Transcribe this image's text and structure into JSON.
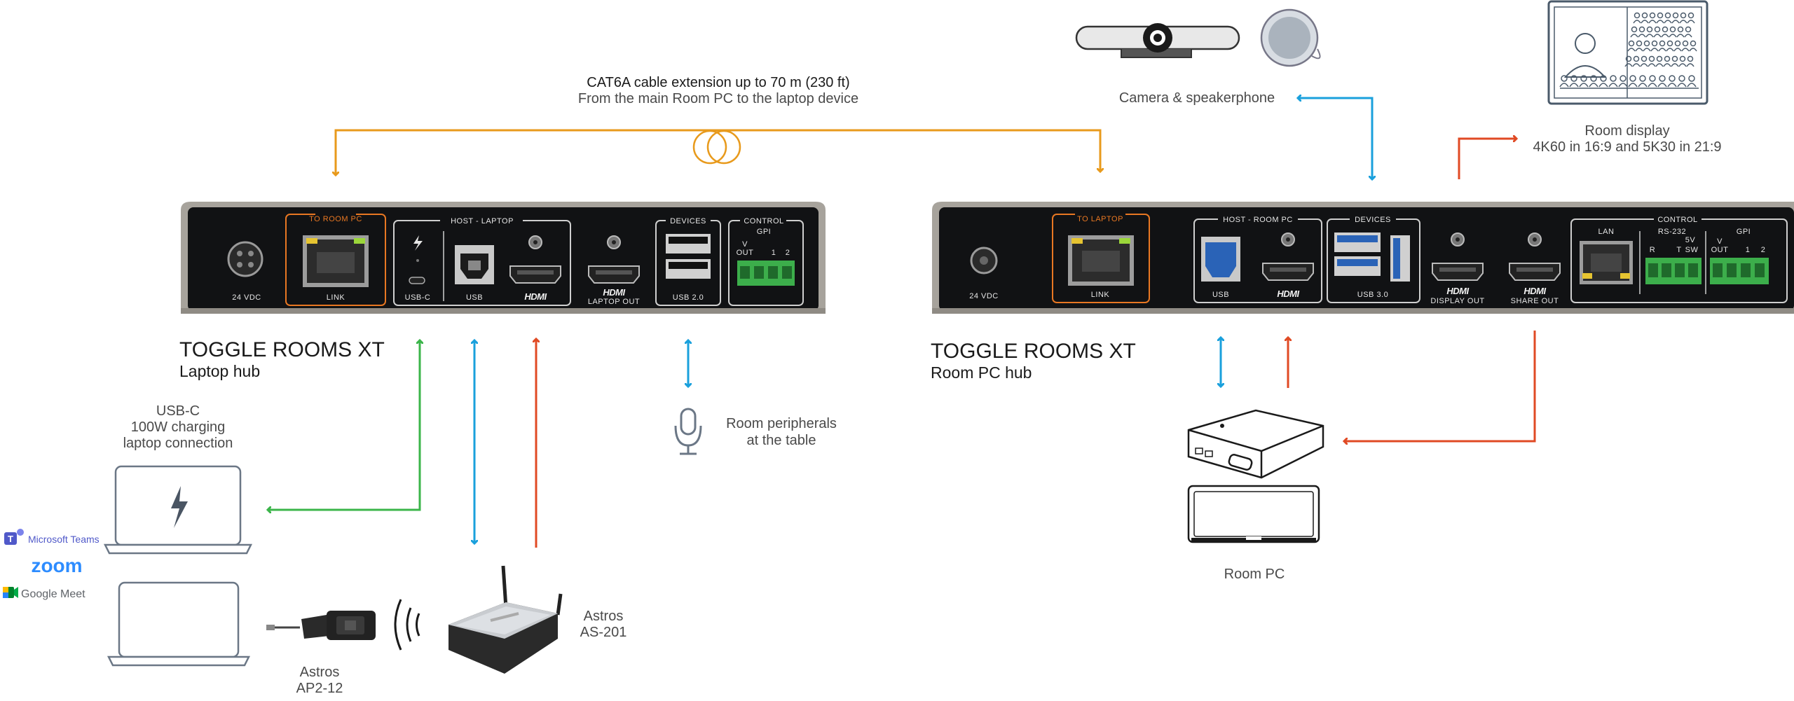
{
  "cable": {
    "line1": "CAT6A cable extension up to 70 m (230 ft)",
    "line2": "From the main Room PC to the laptop device"
  },
  "laptop_hub": {
    "title": "TOGGLE ROOMS XT",
    "subtitle": "Laptop hub",
    "ports": {
      "power": "24 VDC",
      "group_to_room_pc": "TO ROOM PC",
      "link": "LINK",
      "group_host": "HOST - LAPTOP",
      "usbc": "USB-C",
      "usb": "USB",
      "hdmi": "HDMI",
      "hdmi_out": "HDMI",
      "laptop_out": "LAPTOP OUT",
      "group_devices": "DEVICES",
      "usb2": "USB 2.0",
      "group_control": "CONTROL",
      "gpi": "GPI",
      "gpi_v": "V",
      "gpi_out": "OUT",
      "gpi_1": "1",
      "gpi_2": "2"
    }
  },
  "room_hub": {
    "title": "TOGGLE ROOMS XT",
    "subtitle": "Room PC hub",
    "ports": {
      "power": "24 VDC",
      "group_to_laptop": "TO LAPTOP",
      "link": "LINK",
      "group_host": "HOST - ROOM PC",
      "usb": "USB",
      "hdmi": "HDMI",
      "group_devices": "DEVICES",
      "usb3": "USB 3.0",
      "hdmi_display": "HDMI",
      "display_out": "DISPLAY OUT",
      "hdmi_share": "HDMI",
      "share_out": "SHARE OUT",
      "group_control": "CONTROL",
      "lan": "LAN",
      "rs232": "RS-232",
      "rs_r": "R",
      "rs_t": "T",
      "rs_5v": "5V",
      "rs_sw": "SW",
      "gpi": "GPI",
      "gpi_v": "V",
      "gpi_out": "OUT",
      "gpi_1": "1",
      "gpi_2": "2"
    }
  },
  "labels": {
    "camera": "Camera & speakerphone",
    "display_1": "Room display",
    "display_2": "4K60 in 16:9 and 5K30 in 21:9",
    "usbc_1": "USB-C",
    "usbc_2": "100W charging",
    "usbc_3": "laptop connection",
    "peripherals_1": "Room peripherals",
    "peripherals_2": "at the table",
    "room_pc": "Room PC",
    "astros_201_1": "Astros",
    "astros_201_2": "AS-201",
    "astros_ap_1": "Astros",
    "astros_ap_2": "AP2-12"
  },
  "apps": {
    "teams": "Microsoft Teams",
    "zoom": "zoom",
    "meet": "Google Meet"
  },
  "colors": {
    "orange": "#e89a1c",
    "blue": "#1aa0dc",
    "red": "#e04a24",
    "green": "#3bb54a",
    "panel": "#111214",
    "chassis": "#a7a39c"
  }
}
